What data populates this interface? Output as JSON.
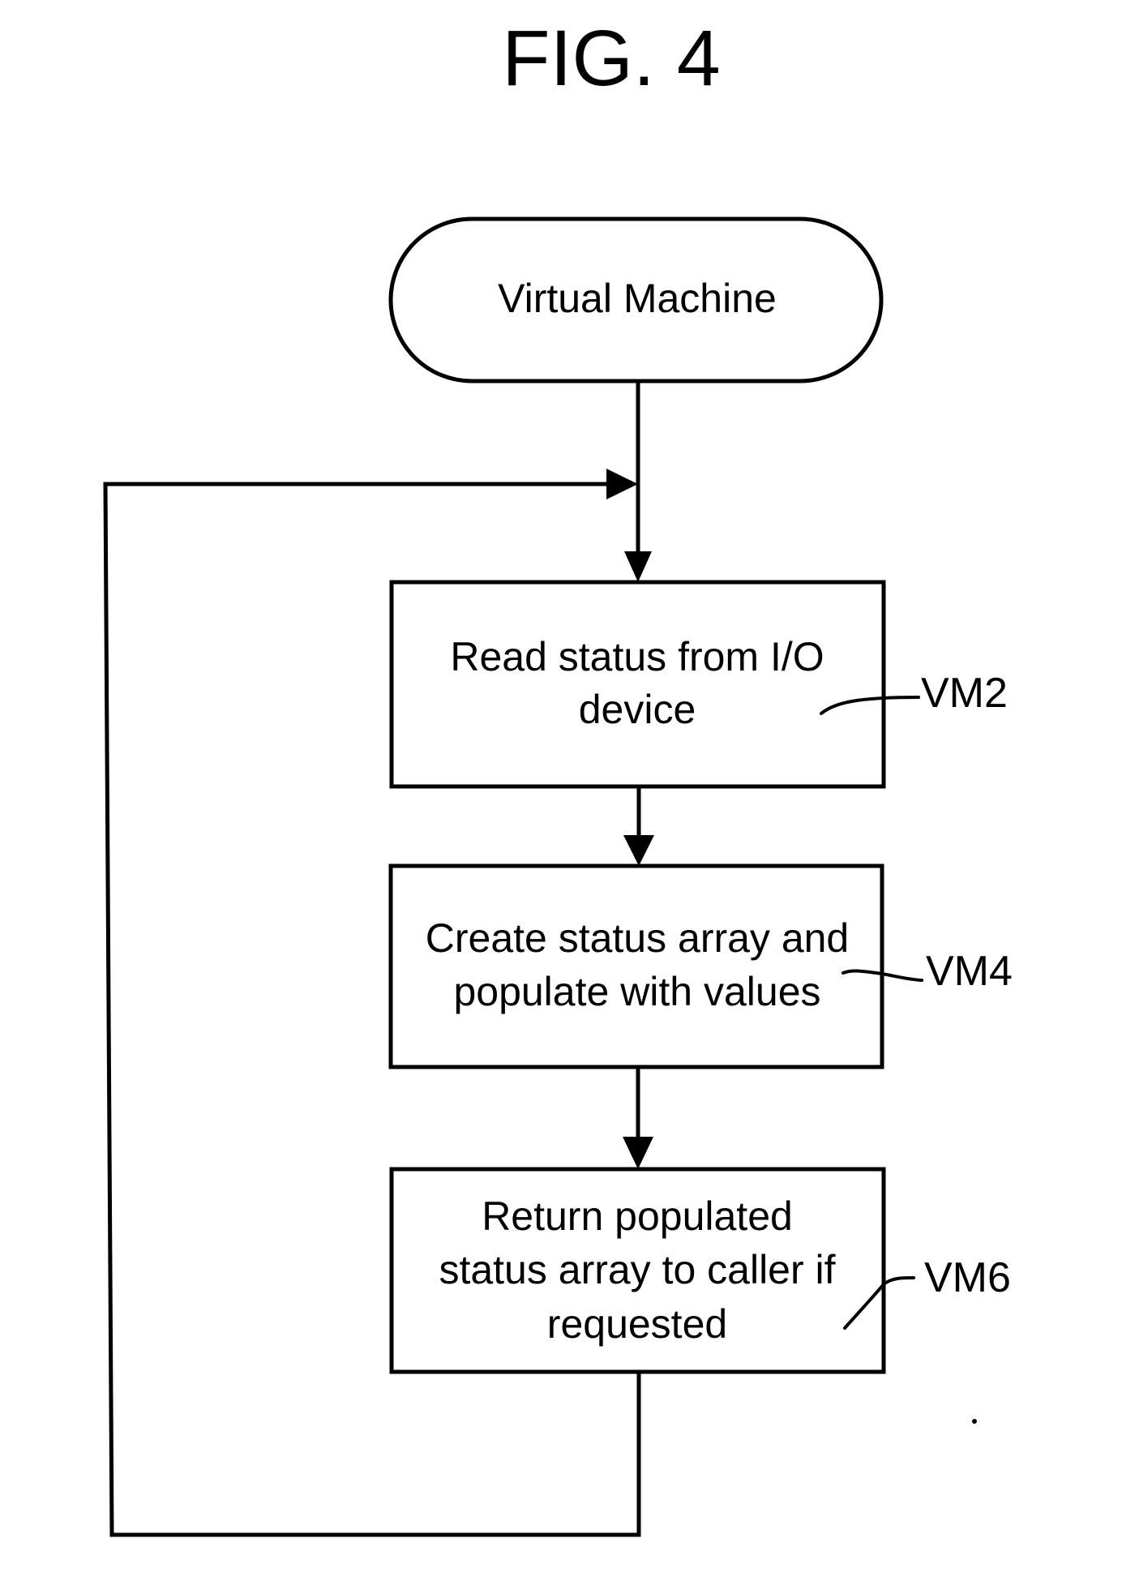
{
  "figure": {
    "title": "FIG. 4"
  },
  "nodes": [
    {
      "id": "start",
      "type": "terminator",
      "lines": [
        "Virtual Machine"
      ]
    },
    {
      "id": "VM2",
      "type": "process",
      "lines": [
        "Read status from I/O",
        "device"
      ],
      "ref": "VM2"
    },
    {
      "id": "VM4",
      "type": "process",
      "lines": [
        "Create status array and",
        "populate with values"
      ],
      "ref": "VM4"
    },
    {
      "id": "VM6",
      "type": "process",
      "lines": [
        "Return populated",
        "status array to caller if",
        "requested"
      ],
      "ref": "VM6"
    }
  ],
  "edges": [
    {
      "from": "start",
      "to": "VM2"
    },
    {
      "from": "VM2",
      "to": "VM4"
    },
    {
      "from": "VM4",
      "to": "VM6"
    },
    {
      "from": "VM6",
      "to": "VM2",
      "kind": "loop-back"
    }
  ],
  "colors": {
    "ink": "#000000",
    "paper": "#ffffff"
  }
}
